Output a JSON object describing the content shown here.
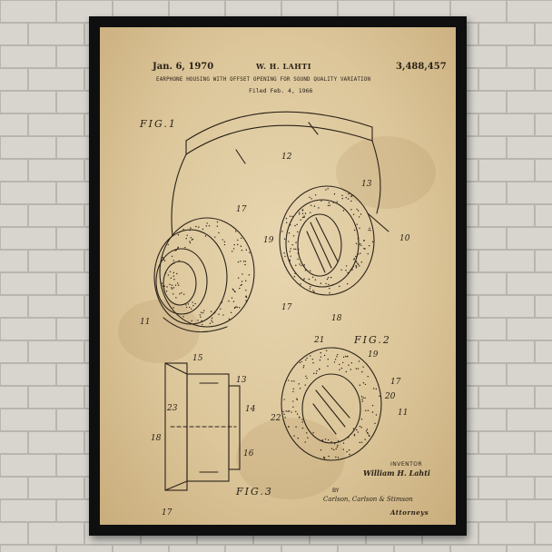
{
  "patent": {
    "date": "Jan. 6, 1970",
    "inventor_header": "W. H. LAHTI",
    "number": "3,488,457",
    "title": "EARPHONE HOUSING WITH OFFSET OPENING FOR SOUND QUALITY VARIATION",
    "filed": "Filed Feb. 4, 1966"
  },
  "figures": {
    "fig1": "FIG.1",
    "fig2": "FIG.2",
    "fig3": "FIG.3"
  },
  "reference_numerals": {
    "n12": "12",
    "n13": "13",
    "n17a": "17",
    "n19a": "19",
    "n10": "10",
    "n17b": "17",
    "n18a": "18",
    "n11a": "11",
    "n21": "21",
    "n19b": "19",
    "n17c": "17",
    "n20": "20",
    "n22": "22",
    "n11b": "11",
    "n15": "15",
    "n13b": "13",
    "n23": "23",
    "n14": "14",
    "n18b": "18",
    "n16": "16",
    "n17d": "17"
  },
  "signature": {
    "inventor_label": "INVENTOR",
    "inventor_name": "William H. Lahti",
    "by": "BY",
    "attorney_script": "Carlson, Carlson & Stimson",
    "attorneys": "Attorneys"
  },
  "colors": {
    "wall": "#d9d6d0",
    "frame": "#0f0f0f",
    "paper": "#e0cca2",
    "ink": "#2a2218"
  }
}
